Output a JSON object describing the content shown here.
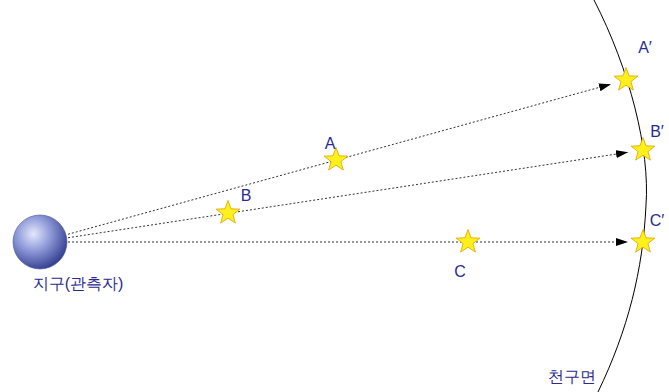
{
  "diagram": {
    "nodes": [
      {
        "text": [
          "지구(관측자)"
        ]
      },
      {
        "text": [
          "A"
        ]
      },
      {
        "text": [
          "B"
        ]
      },
      {
        "text": [
          "C"
        ]
      },
      {
        "text": [
          "A′"
        ]
      },
      {
        "text": [
          "B′"
        ]
      },
      {
        "text": [
          "C′"
        ]
      }
    ],
    "edges": [
      {
        "from": 0,
        "to": 4,
        "arrow": "to"
      },
      {
        "from": 0,
        "to": 5,
        "arrow": "to"
      },
      {
        "from": 0,
        "to": 6,
        "arrow": "to"
      }
    ],
    "labels": [
      "천구면"
    ]
  }
}
